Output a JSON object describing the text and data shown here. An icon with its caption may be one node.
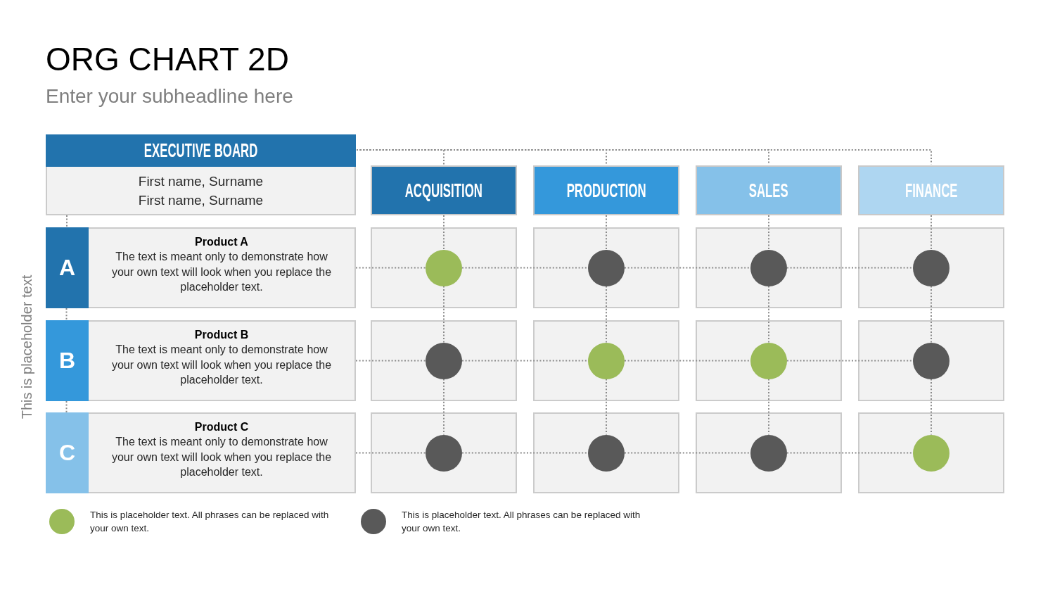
{
  "diagram": {
    "title": "ORG CHART 2D",
    "nodes": [
      {
        "text": [
          "EXECUTIVE BOARD",
          "First name, Surname",
          "First name, Surname"
        ]
      },
      {
        "text": [
          "ACQUISITION"
        ]
      },
      {
        "text": [
          "PRODUCTION"
        ]
      },
      {
        "text": [
          "SALES"
        ]
      },
      {
        "text": [
          "FINANCE"
        ]
      },
      {
        "text": [
          "A",
          "Product A",
          "The text is meant only to demonstrate how your own text will look when you replace the placeholder text."
        ]
      },
      {
        "text": [],
        "shape": "box"
      },
      {
        "text": [],
        "shape": "circle",
        "in": 6
      },
      {
        "text": [],
        "shape": "box"
      },
      {
        "text": [],
        "shape": "circle",
        "in": 8
      },
      {
        "text": [],
        "shape": "box"
      },
      {
        "text": [],
        "shape": "circle",
        "in": 10
      },
      {
        "text": [],
        "shape": "box"
      },
      {
        "text": [],
        "shape": "circle",
        "in": 12
      },
      {
        "text": [
          "B",
          "Product B",
          "The text is meant only to demonstrate how your own text will look when you replace the placeholder text."
        ]
      },
      {
        "text": [],
        "shape": "box"
      },
      {
        "text": [],
        "shape": "circle",
        "in": 15
      },
      {
        "text": [],
        "shape": "box"
      },
      {
        "text": [],
        "shape": "circle",
        "in": 17
      },
      {
        "text": [],
        "shape": "box"
      },
      {
        "text": [],
        "shape": "circle",
        "in": 19
      },
      {
        "text": [],
        "shape": "box"
      },
      {
        "text": [],
        "shape": "circle",
        "in": 21
      },
      {
        "text": [
          "C",
          "Product C",
          "The text is meant only to demonstrate how your own text will look when you replace the placeholder text."
        ]
      },
      {
        "text": [],
        "shape": "box"
      },
      {
        "text": [],
        "shape": "circle",
        "in": 24
      },
      {
        "text": [],
        "shape": "box"
      },
      {
        "text": [],
        "shape": "circle",
        "in": 26
      },
      {
        "text": [],
        "shape": "box"
      },
      {
        "text": [],
        "shape": "circle",
        "in": 28
      },
      {
        "text": [],
        "shape": "box"
      },
      {
        "text": [],
        "shape": "circle",
        "in": 30
      }
    ],
    "edges": [
      {
        "from": 0,
        "to": 1,
        "arrow": "none"
      },
      {
        "from": 0,
        "to": 2,
        "arrow": "none"
      },
      {
        "from": 0,
        "to": 3,
        "arrow": "none"
      },
      {
        "from": 0,
        "to": 4,
        "arrow": "none"
      },
      {
        "from": 0,
        "to": 5,
        "arrow": "none"
      },
      {
        "from": 5,
        "to": 14,
        "arrow": "none"
      },
      {
        "from": 14,
        "to": 23,
        "arrow": "none"
      },
      {
        "from": 1,
        "to": 7,
        "arrow": "none"
      },
      {
        "from": 7,
        "to": 16,
        "arrow": "none"
      },
      {
        "from": 16,
        "to": 25,
        "arrow": "none"
      },
      {
        "from": 2,
        "to": 9,
        "arrow": "none"
      },
      {
        "from": 9,
        "to": 18,
        "arrow": "none"
      },
      {
        "from": 18,
        "to": 27,
        "arrow": "none"
      },
      {
        "from": 3,
        "to": 11,
        "arrow": "none"
      },
      {
        "from": 11,
        "to": 20,
        "arrow": "none"
      },
      {
        "from": 20,
        "to": 29,
        "arrow": "none"
      },
      {
        "from": 4,
        "to": 13,
        "arrow": "none"
      },
      {
        "from": 13,
        "to": 22,
        "arrow": "none"
      },
      {
        "from": 22,
        "to": 31,
        "arrow": "none"
      },
      {
        "from": 5,
        "to": 7,
        "arrow": "none"
      },
      {
        "from": 7,
        "to": 9,
        "arrow": "none"
      },
      {
        "from": 9,
        "to": 11,
        "arrow": "none"
      },
      {
        "from": 11,
        "to": 13,
        "arrow": "none"
      },
      {
        "from": 14,
        "to": 16,
        "arrow": "none"
      },
      {
        "from": 16,
        "to": 18,
        "arrow": "none"
      },
      {
        "from": 18,
        "to": 20,
        "arrow": "none"
      },
      {
        "from": 20,
        "to": 22,
        "arrow": "none"
      },
      {
        "from": 23,
        "to": 25,
        "arrow": "none"
      },
      {
        "from": 25,
        "to": 27,
        "arrow": "none"
      },
      {
        "from": 27,
        "to": 29,
        "arrow": "none"
      },
      {
        "from": 29,
        "to": 31,
        "arrow": "none"
      }
    ],
    "labels": [
      "Enter your subheadline here",
      "This is placeholder text"
    ],
    "legend": [
      {
        "text": "This is placeholder text. All phrases can be replaced with your own text.",
        "color": "#9bbb59"
      },
      {
        "text": "This is placeholder text. All phrases can be replaced with your own text.",
        "color": "#595959"
      }
    ]
  }
}
